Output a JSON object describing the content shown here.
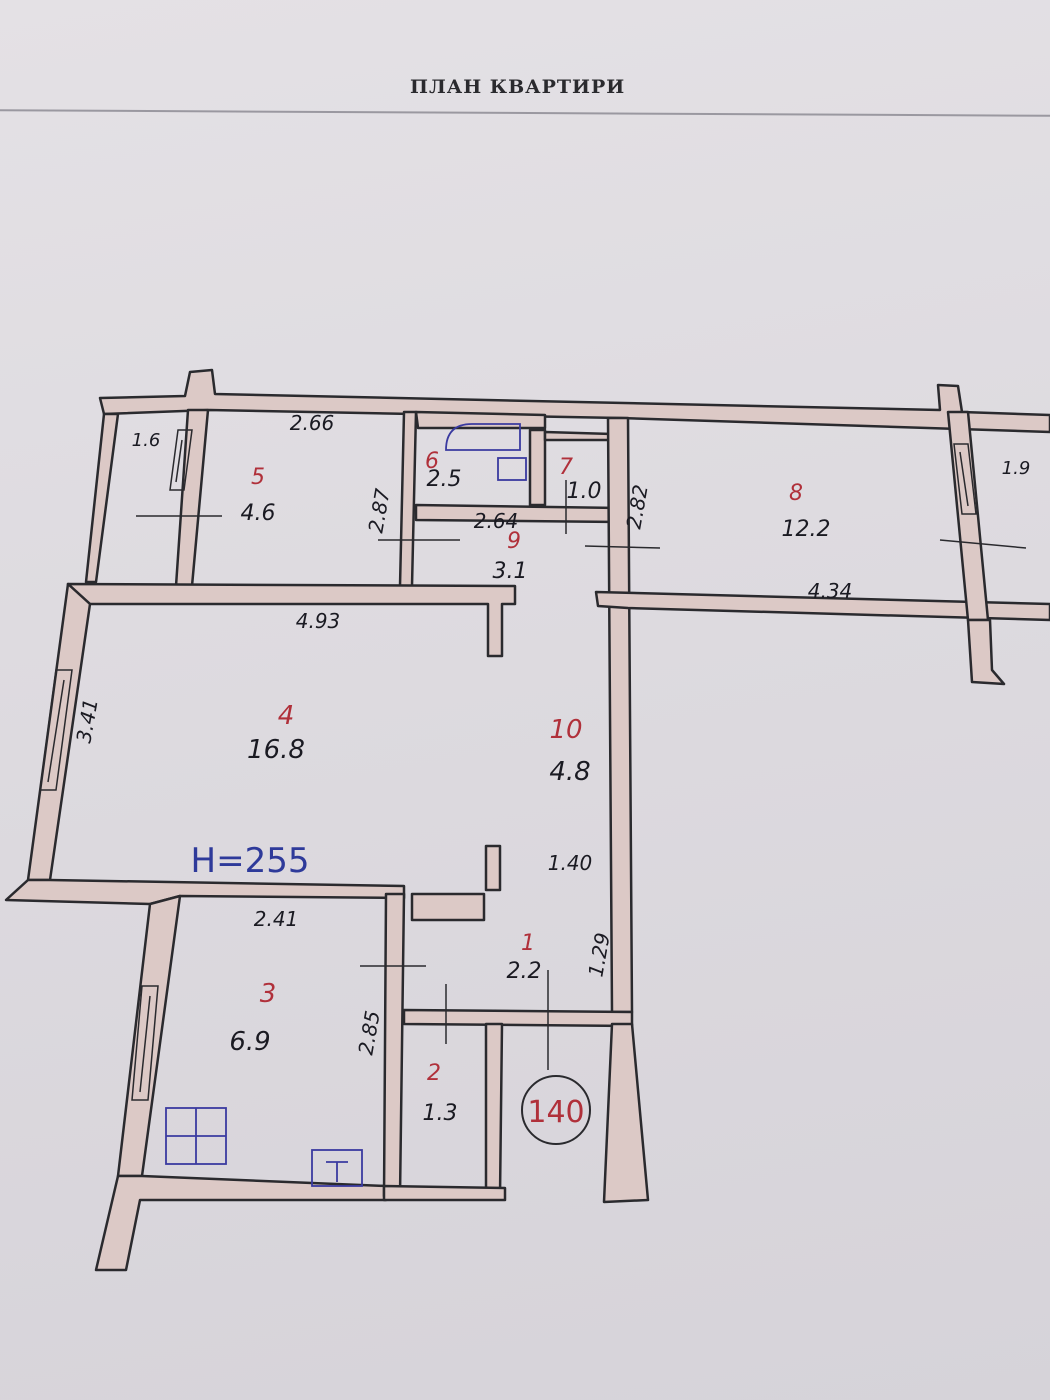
{
  "title": "ПЛАН КВАРТИРИ",
  "ceiling_height": "H=255",
  "apartment_number": "140",
  "rooms": [
    {
      "number": "1",
      "area": "2.2"
    },
    {
      "number": "2",
      "area": "1.3"
    },
    {
      "number": "3",
      "area": "6.9"
    },
    {
      "number": "4",
      "area": "16.8"
    },
    {
      "number": "5",
      "area": "4.6"
    },
    {
      "number": "6",
      "area": "2.5"
    },
    {
      "number": "7",
      "area": "1.0"
    },
    {
      "number": "8",
      "area": "12.2"
    },
    {
      "number": "9",
      "area": "3.1"
    },
    {
      "number": "10",
      "area": "4.8"
    }
  ],
  "balconies": [
    "1.6",
    "1.9"
  ],
  "dimensions": [
    "2.66",
    "2.87",
    "2.64",
    "2.82",
    "4.34",
    "4.93",
    "3.41",
    "1.40",
    "2.41",
    "1.29",
    "2.85"
  ],
  "colors": {
    "room_number": "#b0303a",
    "area": "#1a1a22",
    "ceiling": "#2e3a9a",
    "wall_fill": "#dcc9c6",
    "wall_line": "#2a2a2e",
    "fixture": "#3a3aa0"
  }
}
